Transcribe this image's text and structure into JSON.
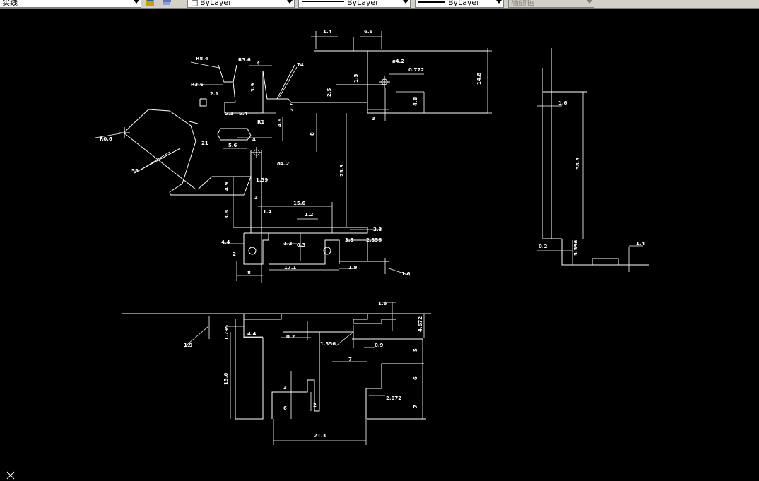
{
  "toolbar": {
    "linetype_label": "实线",
    "color_label": "ByLayer",
    "linetype_value": "ByLayer",
    "lineweight_value": "ByLayer",
    "plotstyle_value": "随颜色"
  },
  "dimensions": {
    "d1_4": "1.4",
    "d6_6": "6.6",
    "d14_8": "14.8",
    "d0_772": "0.772",
    "d4_2hole": "ø4.2",
    "d74": "74",
    "dR8_4": "R8.4",
    "dR3_6a": "R3.6",
    "dR3_6b": "R3.6",
    "d4a": "4",
    "d3_9": "3.9",
    "d2_1": "2.1",
    "d5_1": "5.1",
    "d5_4": "5.4",
    "d2_7": "2.7",
    "d1_5": "1.5",
    "d2_5": "2.5",
    "d4_8": "4.8",
    "d3": "3",
    "d8": "8",
    "dR1": "R1",
    "d4_6": "4.6",
    "d5_6": "5.6",
    "d4b": "4",
    "dR0_6": "R0.6",
    "d21": "21",
    "d58": "58",
    "d4_2b": "ø4.2",
    "d25_9": "25.9",
    "d1_39": "1.39",
    "d4_9": "4.9",
    "d3b": "3",
    "d15_6": "15.6",
    "d3_8": "3.8",
    "d1_4b": "1.4",
    "d1_2": "1.2",
    "d2_3": "2.3",
    "d2_356": "2.356",
    "d4_4": "4.4",
    "d1_2b": "1.2",
    "d0_3": "0.3",
    "d3_5": "3.5",
    "d2": "2",
    "d8b": "8",
    "d17_1": "17.1",
    "d1_9": "1.9",
    "d1_6": "1.6",
    "r1_6": "1.6",
    "r38_3": "38.3",
    "r0_2": "0.2",
    "r1_4": "1.4",
    "r5_596": "5.596",
    "b1_6": "1.6",
    "b4_672": "4.672",
    "b1_9": "1.9",
    "b1_795": "1.795",
    "b4_4": "4.4",
    "b0_2": "0.2",
    "b1_356": "1.356",
    "b0_9": "0.9",
    "b5": "5",
    "b7": "7",
    "b6": "6",
    "b15_6": "15.6",
    "b3": "3",
    "b2": "2",
    "b2_072": "2.072",
    "b7b": "7",
    "b21_3": "21.3",
    "b6b": "6"
  },
  "colors": {
    "background": "#000000",
    "lines": "#ffffff",
    "toolbar": "#d4d0c8"
  },
  "icons": [
    "layer-state-icon",
    "layer-previous-icon",
    "crosshair-cursor-icon"
  ]
}
